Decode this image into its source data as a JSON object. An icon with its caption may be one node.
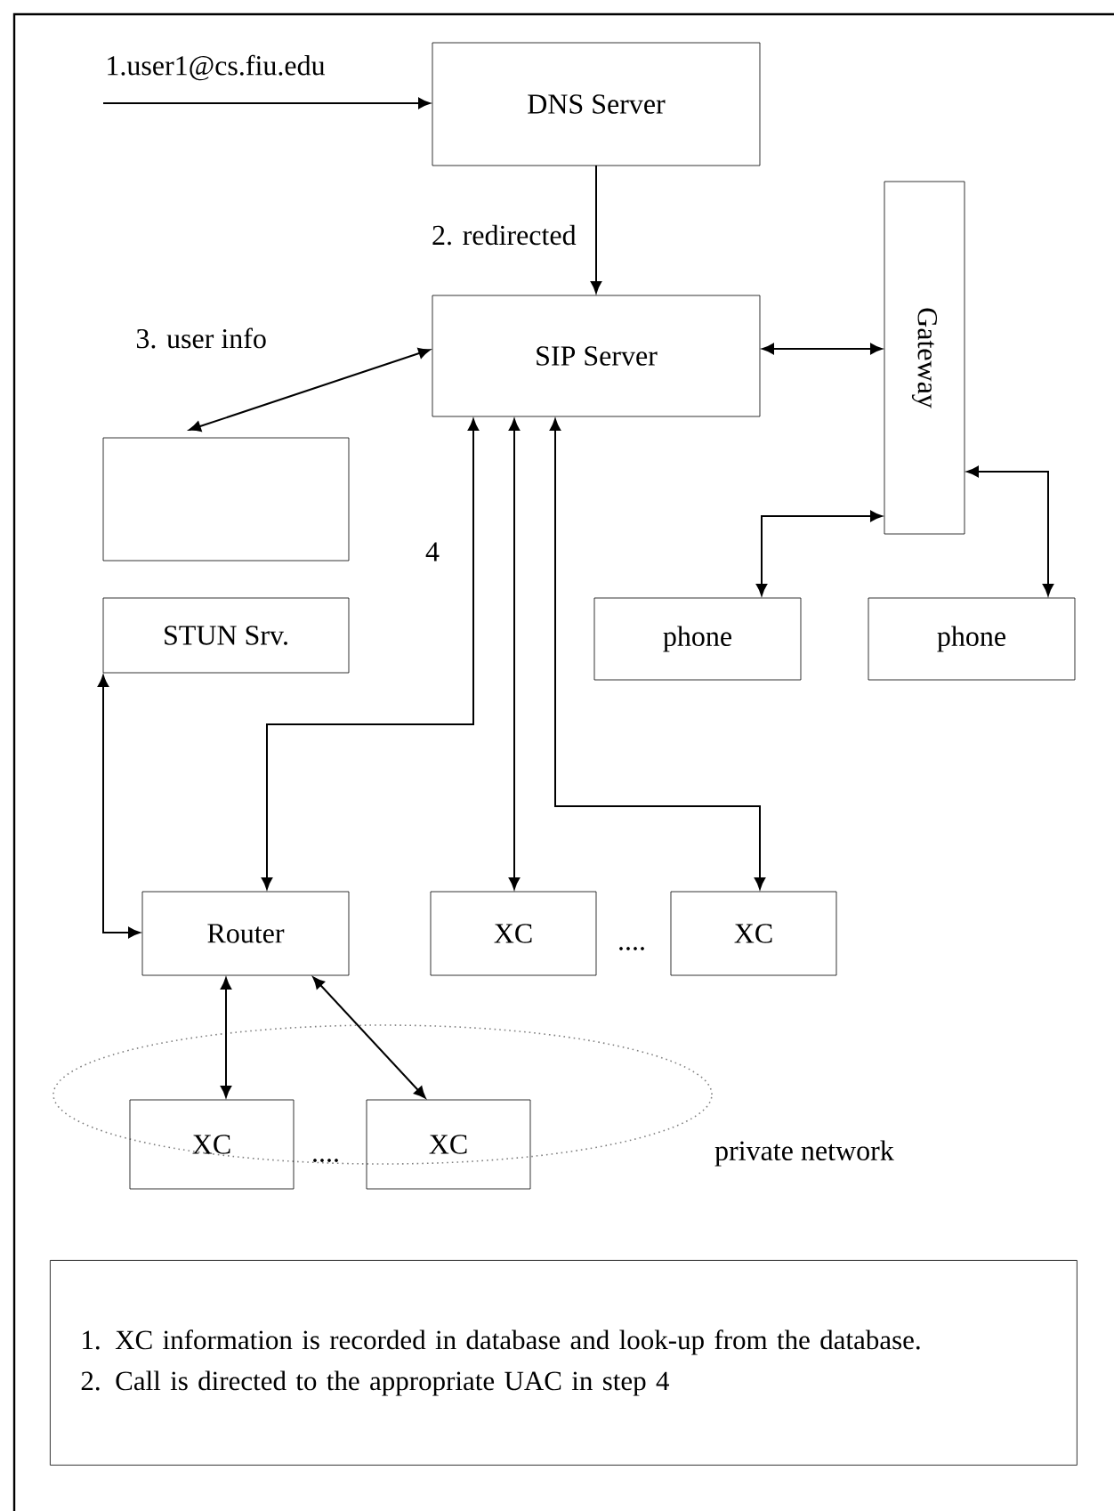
{
  "diagram": {
    "nodes": [
      {
        "text": [
          "DNS Server"
        ]
      },
      {
        "text": [
          "SIP Server"
        ]
      },
      {
        "text": [
          "Gateway"
        ]
      },
      {
        "text": [],
        "shape": "box"
      },
      {
        "text": [
          "STUN Srv."
        ]
      },
      {
        "text": [
          "phone"
        ]
      },
      {
        "text": [
          "phone"
        ]
      },
      {
        "text": [
          "Router"
        ]
      },
      {
        "text": [
          "XC"
        ]
      },
      {
        "text": [
          "XC"
        ]
      },
      {
        "text": [
          "XC"
        ]
      },
      {
        "text": [
          "XC"
        ]
      },
      {
        "text": [
          "1. XC information is recorded in database and look-up from the database.",
          "2. Call is directed to the appropriate UAC in step 4"
        ]
      }
    ],
    "edges": [
      {
        "from": null,
        "to": 0,
        "arrow": "to",
        "label": "1.user1@cs.fiu.edu"
      },
      {
        "from": 0,
        "to": 1,
        "arrow": "to",
        "label": "2. redirected"
      },
      {
        "from": 1,
        "to": 3,
        "arrow": "both",
        "label": "3. user info"
      },
      {
        "from": 1,
        "to": 2,
        "arrow": "both"
      },
      {
        "from": 2,
        "to": 5,
        "arrow": "both"
      },
      {
        "from": 2,
        "to": 6,
        "arrow": "both"
      },
      {
        "from": 4,
        "to": 7,
        "arrow": "both"
      },
      {
        "from": 1,
        "to": 7,
        "arrow": "both",
        "label": "4"
      },
      {
        "from": 1,
        "to": 8,
        "arrow": "both"
      },
      {
        "from": 1,
        "to": 9,
        "arrow": "both"
      },
      {
        "from": 7,
        "to": 10,
        "arrow": "both"
      },
      {
        "from": 7,
        "to": 11,
        "arrow": "both"
      }
    ],
    "labels": [
      "....",
      "....",
      "private network"
    ]
  }
}
